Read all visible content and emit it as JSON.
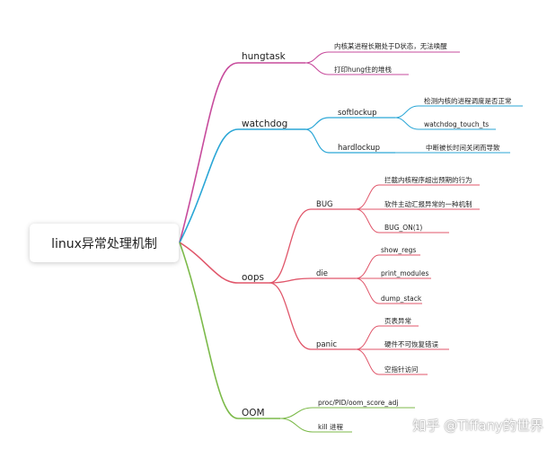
{
  "root": "linux异常处理机制",
  "watermark": "知乎 @Tiffany的世界",
  "colors": {
    "hungtask": "#c74b9c",
    "watchdog": "#2aa6d6",
    "oops": "#e0566a",
    "oom": "#7cba4a"
  },
  "branches": {
    "hungtask": {
      "label": "hungtask",
      "children": [
        "内核某进程长期处于D状态，无法唤醒",
        "打印hung住的堆栈"
      ]
    },
    "watchdog": {
      "label": "watchdog",
      "softlockup": {
        "label": "softlockup",
        "children": [
          "检测内核的进程调度是否正常",
          "watchdog_touch_ts"
        ]
      },
      "hardlockup": {
        "label": "hardlockup",
        "children": [
          "中断被长时间关闭而导致"
        ]
      }
    },
    "oops": {
      "label": "oops",
      "bug": {
        "label": "BUG",
        "children": [
          "拦截内核程序超出预期的行为",
          "软件主动汇报异常的一种机制",
          "BUG_ON(1)"
        ]
      },
      "die": {
        "label": "die",
        "children": [
          "show_regs",
          "print_modules",
          "dump_stack"
        ]
      },
      "panic": {
        "label": "panic",
        "children": [
          "页表异常",
          "硬件不可恢复错误",
          "空指针访问"
        ]
      }
    },
    "oom": {
      "label": "OOM",
      "children": [
        "proc/PID/oom_score_adj",
        "kill 进程"
      ]
    }
  }
}
